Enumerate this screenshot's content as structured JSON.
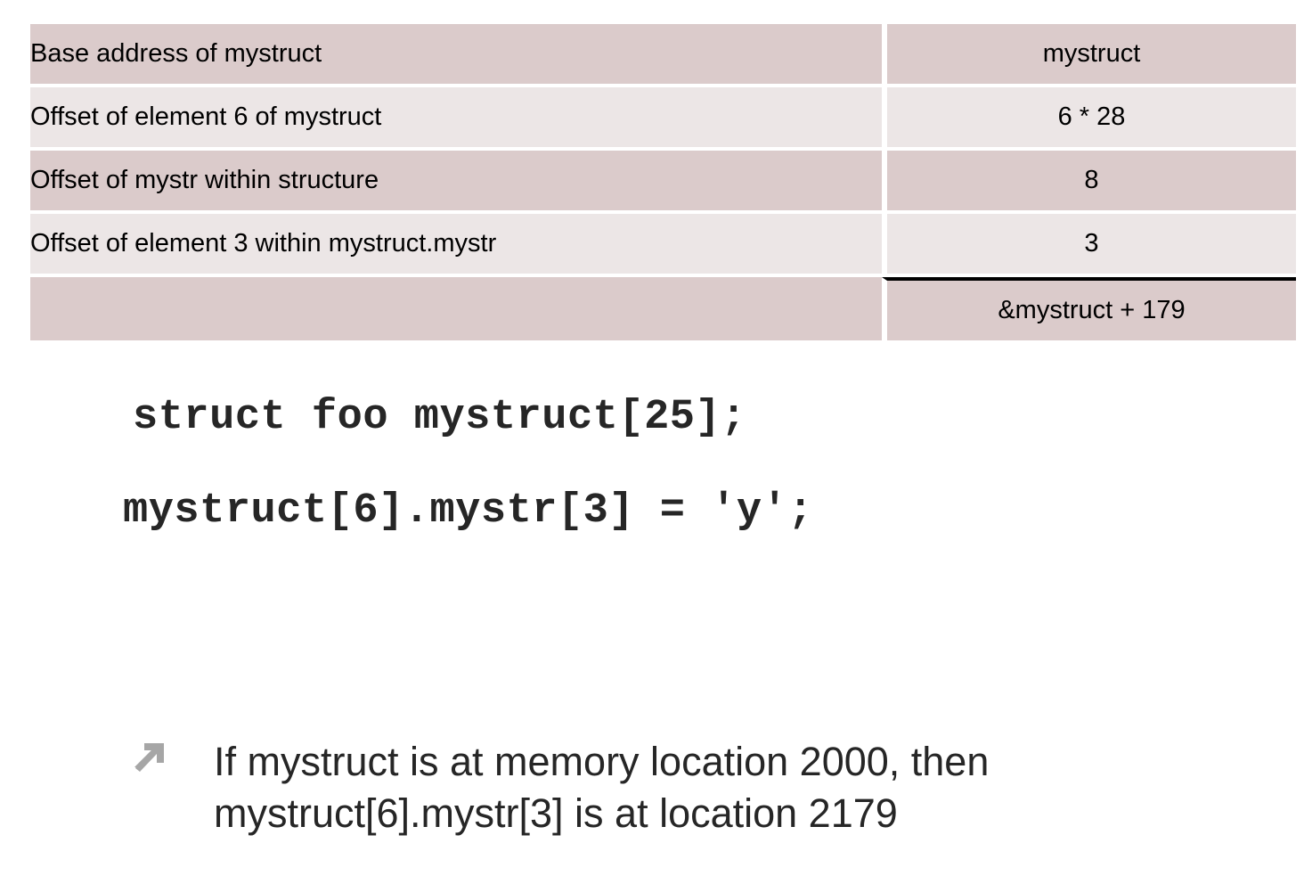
{
  "slide": {
    "background_color": "#ffffff",
    "text_color": "#262626"
  },
  "table": {
    "row_color_dark": "#dbcbcb",
    "row_color_light": "#ece6e6",
    "total_rule_color": "#000000",
    "rows": [
      {
        "label": "Base address of mystruct",
        "value": "mystruct",
        "shade": "dark"
      },
      {
        "label": "Offset of element 6 of mystruct",
        "value": "6 * 28",
        "shade": "light"
      },
      {
        "label": "Offset of mystr within structure",
        "value": "8",
        "shade": "dark"
      },
      {
        "label": "Offset of element 3 within mystruct.mystr",
        "value": "3",
        "shade": "light"
      },
      {
        "label": "",
        "value": "&mystruct + 179",
        "shade": "dark"
      }
    ]
  },
  "code": {
    "line1": "struct foo mystruct[25];",
    "line2": "mystruct[6].mystr[3] = ′y';"
  },
  "bullet": {
    "icon": "arrow-up-right-icon",
    "icon_color": "#a6a6a6",
    "text": "If mystruct is at memory location 2000, then mystruct[6].mystr[3] is at location 2179"
  }
}
